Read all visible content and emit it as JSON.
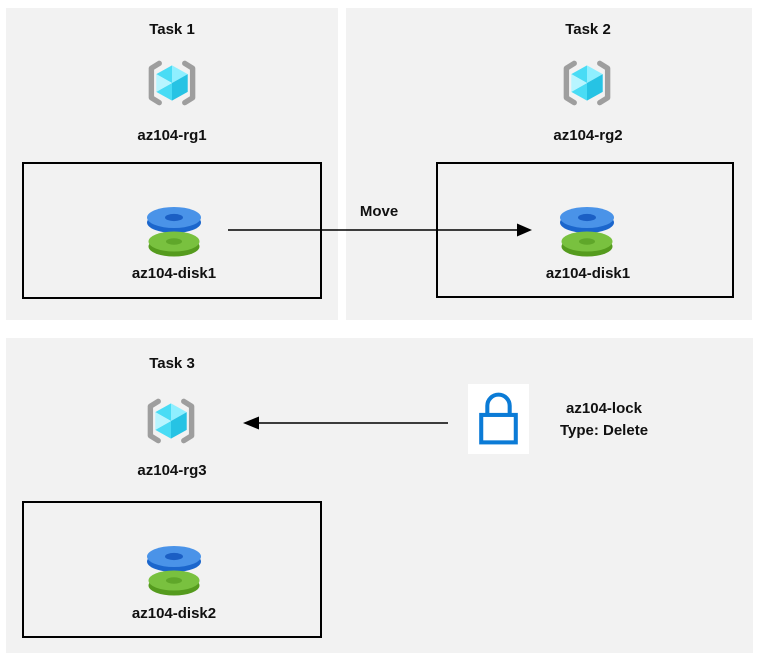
{
  "diagram": {
    "description_labels": {
      "move_label": "Move"
    },
    "panels": [
      {
        "title": "Task 1",
        "rg_label": "az104-rg1",
        "disk_label": "az104-disk1"
      },
      {
        "title": "Task 2",
        "rg_label": "az104-rg2",
        "disk_label": "az104-disk1"
      },
      {
        "title": "Task 3",
        "rg_label": "az104-rg3",
        "disk_label": "az104-disk2"
      }
    ],
    "lock": {
      "name": "az104-lock",
      "type": "Type: Delete"
    },
    "icons": {
      "resource_group": "resource-group-icon",
      "managed_disk": "disk-icon",
      "lock": "lock-icon"
    },
    "colors": {
      "panel_bg": "#f2f2f2",
      "box_border": "#000000",
      "arrow": "#000000",
      "bracket_gray": "#9e9e9e",
      "cube_lightest": "#b8f5ff",
      "cube_light": "#8fefff",
      "cube_medium": "#49dcf5",
      "cube_dark": "#26c3e4",
      "disk_blue_top": "#4a93e8",
      "disk_blue_side": "#1b66cc",
      "disk_blue_hole": "#1b5fc4",
      "disk_green_top": "#79c13f",
      "disk_green_side": "#559b1e",
      "disk_green_hole": "#5fa72a",
      "lock_blue": "#0b7bd6",
      "lock_bg": "#ffffff"
    }
  }
}
